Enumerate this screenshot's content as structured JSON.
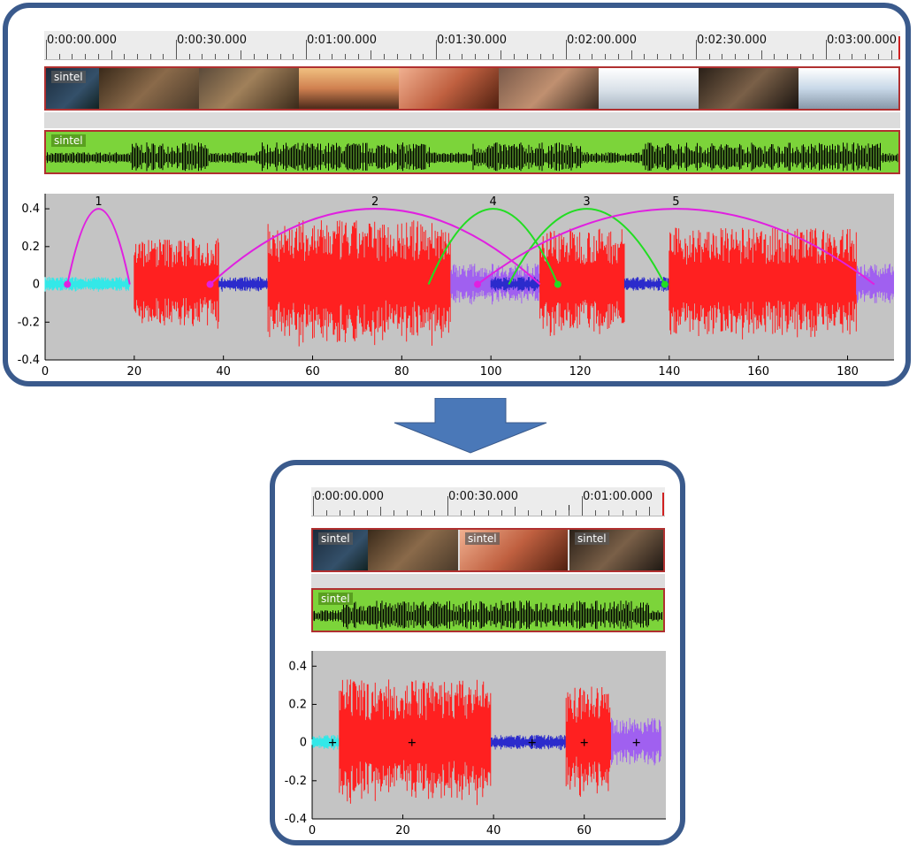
{
  "top": {
    "ruler_labels": [
      "0:00:00.000",
      "0:00:30.000",
      "0:01:00.000",
      "0:01:30.000",
      "0:02:00.000",
      "0:02:30.000",
      "0:03:00.000"
    ],
    "video_clip_label": "sintel",
    "audio_clip_label": "sintel"
  },
  "bottom": {
    "ruler_labels": [
      "0:00:00.000",
      "0:00:30.000",
      "0:01:00.000"
    ],
    "video_clip_labels": [
      "sintel",
      "sintel",
      "sintel"
    ],
    "audio_clip_label": "sintel"
  },
  "colors": {
    "panel_border": "#3a5a8c",
    "arrow": "#4a78b8",
    "cyan": "#33e8e8",
    "red": "#ff2020",
    "blue": "#2b2bcc",
    "purple": "#a060f0",
    "magenta": "#e020e0",
    "green": "#22dd22"
  },
  "chart_data": [
    {
      "type": "line",
      "x_ticks": [
        "0",
        "20",
        "40",
        "60",
        "80",
        "100",
        "120",
        "140",
        "160",
        "180"
      ],
      "y_ticks": [
        "0.4",
        "0.2",
        "0",
        "-0.2",
        "-0.4"
      ],
      "xlim": [
        0,
        192
      ],
      "ylim": [
        -0.4,
        0.48
      ],
      "segments": [
        {
          "color": "cyan",
          "x": [
            0,
            19
          ],
          "amp": 0.04
        },
        {
          "color": "red",
          "x": [
            20,
            39
          ],
          "amp": 0.25
        },
        {
          "color": "blue",
          "x": [
            39,
            50
          ],
          "amp": 0.04
        },
        {
          "color": "red",
          "x": [
            50,
            91
          ],
          "amp": 0.34
        },
        {
          "color": "purple",
          "x": [
            91,
            111
          ],
          "amp": 0.11
        },
        {
          "color": "blue",
          "x": [
            100,
            111
          ],
          "amp": 0.04
        },
        {
          "color": "red",
          "x": [
            111,
            130
          ],
          "amp": 0.3
        },
        {
          "color": "blue",
          "x": [
            130,
            140
          ],
          "amp": 0.04
        },
        {
          "color": "red",
          "x": [
            140,
            182
          ],
          "amp": 0.3
        },
        {
          "color": "purple",
          "x": [
            182,
            192
          ],
          "amp": 0.11
        }
      ],
      "arcs": [
        {
          "label": "1",
          "color": "magenta",
          "from": 5,
          "to": 19,
          "peak": 0.4,
          "mark": 5
        },
        {
          "label": "2",
          "color": "magenta",
          "from": 37,
          "to": 111,
          "peak": 0.4,
          "mark": 37
        },
        {
          "label": "4",
          "color": "green",
          "from": 86,
          "to": 115,
          "peak": 0.4,
          "mark": 115
        },
        {
          "label": "3",
          "color": "green",
          "from": 104,
          "to": 139,
          "peak": 0.4,
          "mark": 139
        },
        {
          "label": "5",
          "color": "magenta",
          "from": 97,
          "to": 186,
          "peak": 0.4,
          "mark": 97
        }
      ]
    },
    {
      "type": "line",
      "x_ticks": [
        "0",
        "20",
        "40",
        "60"
      ],
      "y_ticks": [
        "0.4",
        "0.2",
        "0",
        "-0.2",
        "-0.4"
      ],
      "xlim": [
        0,
        78
      ],
      "ylim": [
        -0.4,
        0.48
      ],
      "segments": [
        {
          "color": "cyan",
          "x": [
            0,
            6
          ],
          "amp": 0.04
        },
        {
          "color": "red",
          "x": [
            6,
            39.5
          ],
          "amp": 0.33
        },
        {
          "color": "blue",
          "x": [
            39.5,
            56
          ],
          "amp": 0.04
        },
        {
          "color": "red",
          "x": [
            56,
            66
          ],
          "amp": 0.3
        },
        {
          "color": "purple",
          "x": [
            66,
            77
          ],
          "amp": 0.13
        }
      ],
      "markers": [
        4.5,
        22,
        48.5,
        60,
        71.5
      ]
    }
  ]
}
